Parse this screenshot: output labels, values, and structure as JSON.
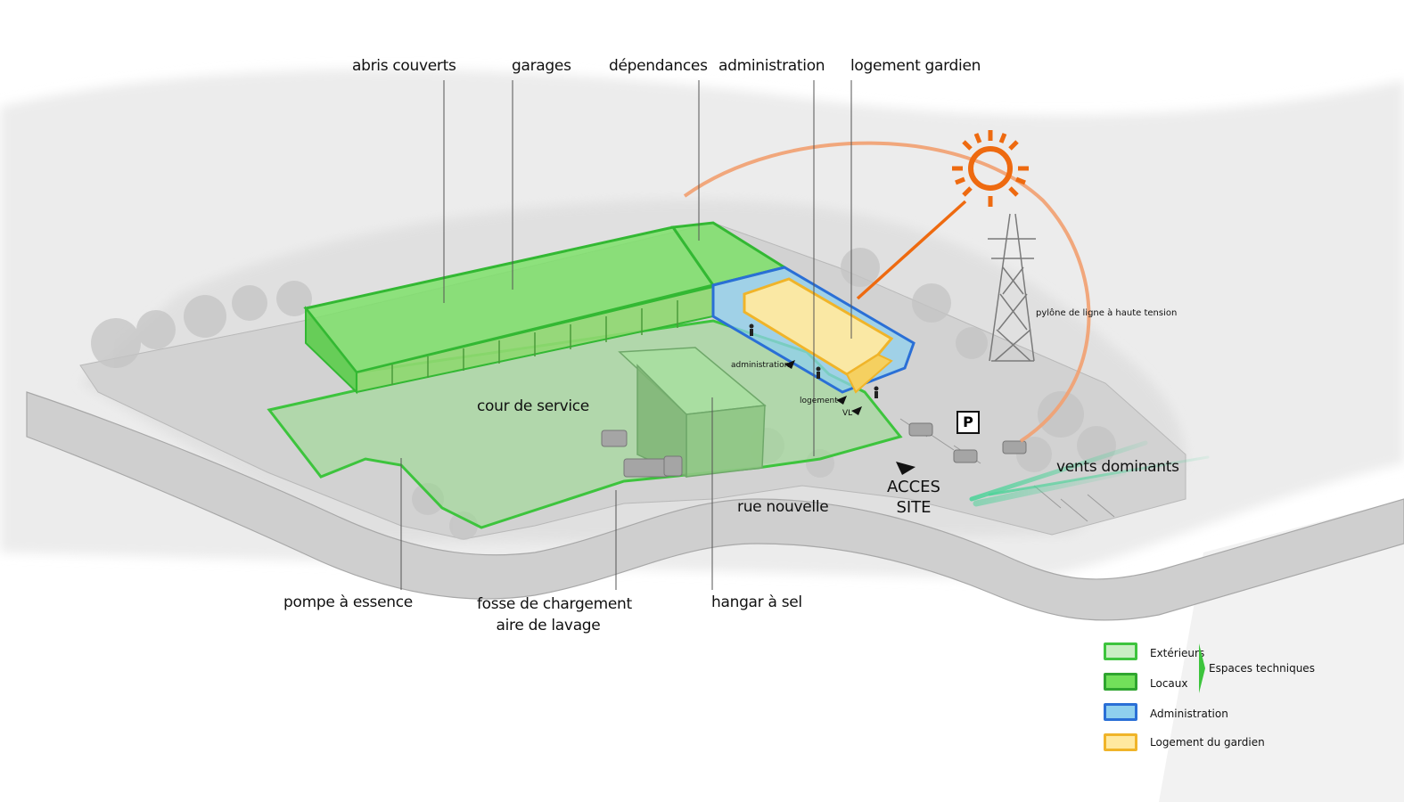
{
  "labels": {
    "abris_couverts": "abris couverts",
    "garages": "garages",
    "dependances": "dépendances",
    "administration": "administration",
    "logement_gardien": "logement gardien",
    "pylone": "pylône de ligne à haute tension",
    "cour_de_service": "cour de service",
    "administration_entry": "administration",
    "logement_entry": "logement",
    "vl": "VL",
    "parking": "P",
    "vents_dominants": "vents dominants",
    "acces_line1": "ACCES",
    "acces_line2": "SITE",
    "rue_nouvelle": "rue nouvelle",
    "pompe_a_essence": "pompe à essence",
    "fosse_line1": "fosse de chargement",
    "fosse_line2": "aire de lavage",
    "hangar_a_sel": "hangar à sel"
  },
  "legend": {
    "items": [
      {
        "label": "Extérieurs",
        "fill": "#c9eec3",
        "border": "#3dc43d"
      },
      {
        "label": "Locaux",
        "fill": "#72e05a",
        "border": "#2fa52f"
      },
      {
        "label": "Administration",
        "fill": "#8fd0ee",
        "border": "#2a6fd6"
      },
      {
        "label": "Logement du gardien",
        "fill": "#ffe9a0",
        "border": "#f0b429"
      }
    ],
    "group_label": "Espaces techniques"
  },
  "colors": {
    "exterieurs": "#c9eec3",
    "locaux": "#72e05a",
    "administration": "#8fd0ee",
    "logement": "#ffe9a0",
    "sun": "#ee6a10",
    "sun_path": "#f2a070",
    "wind": "#5fd0a0"
  }
}
